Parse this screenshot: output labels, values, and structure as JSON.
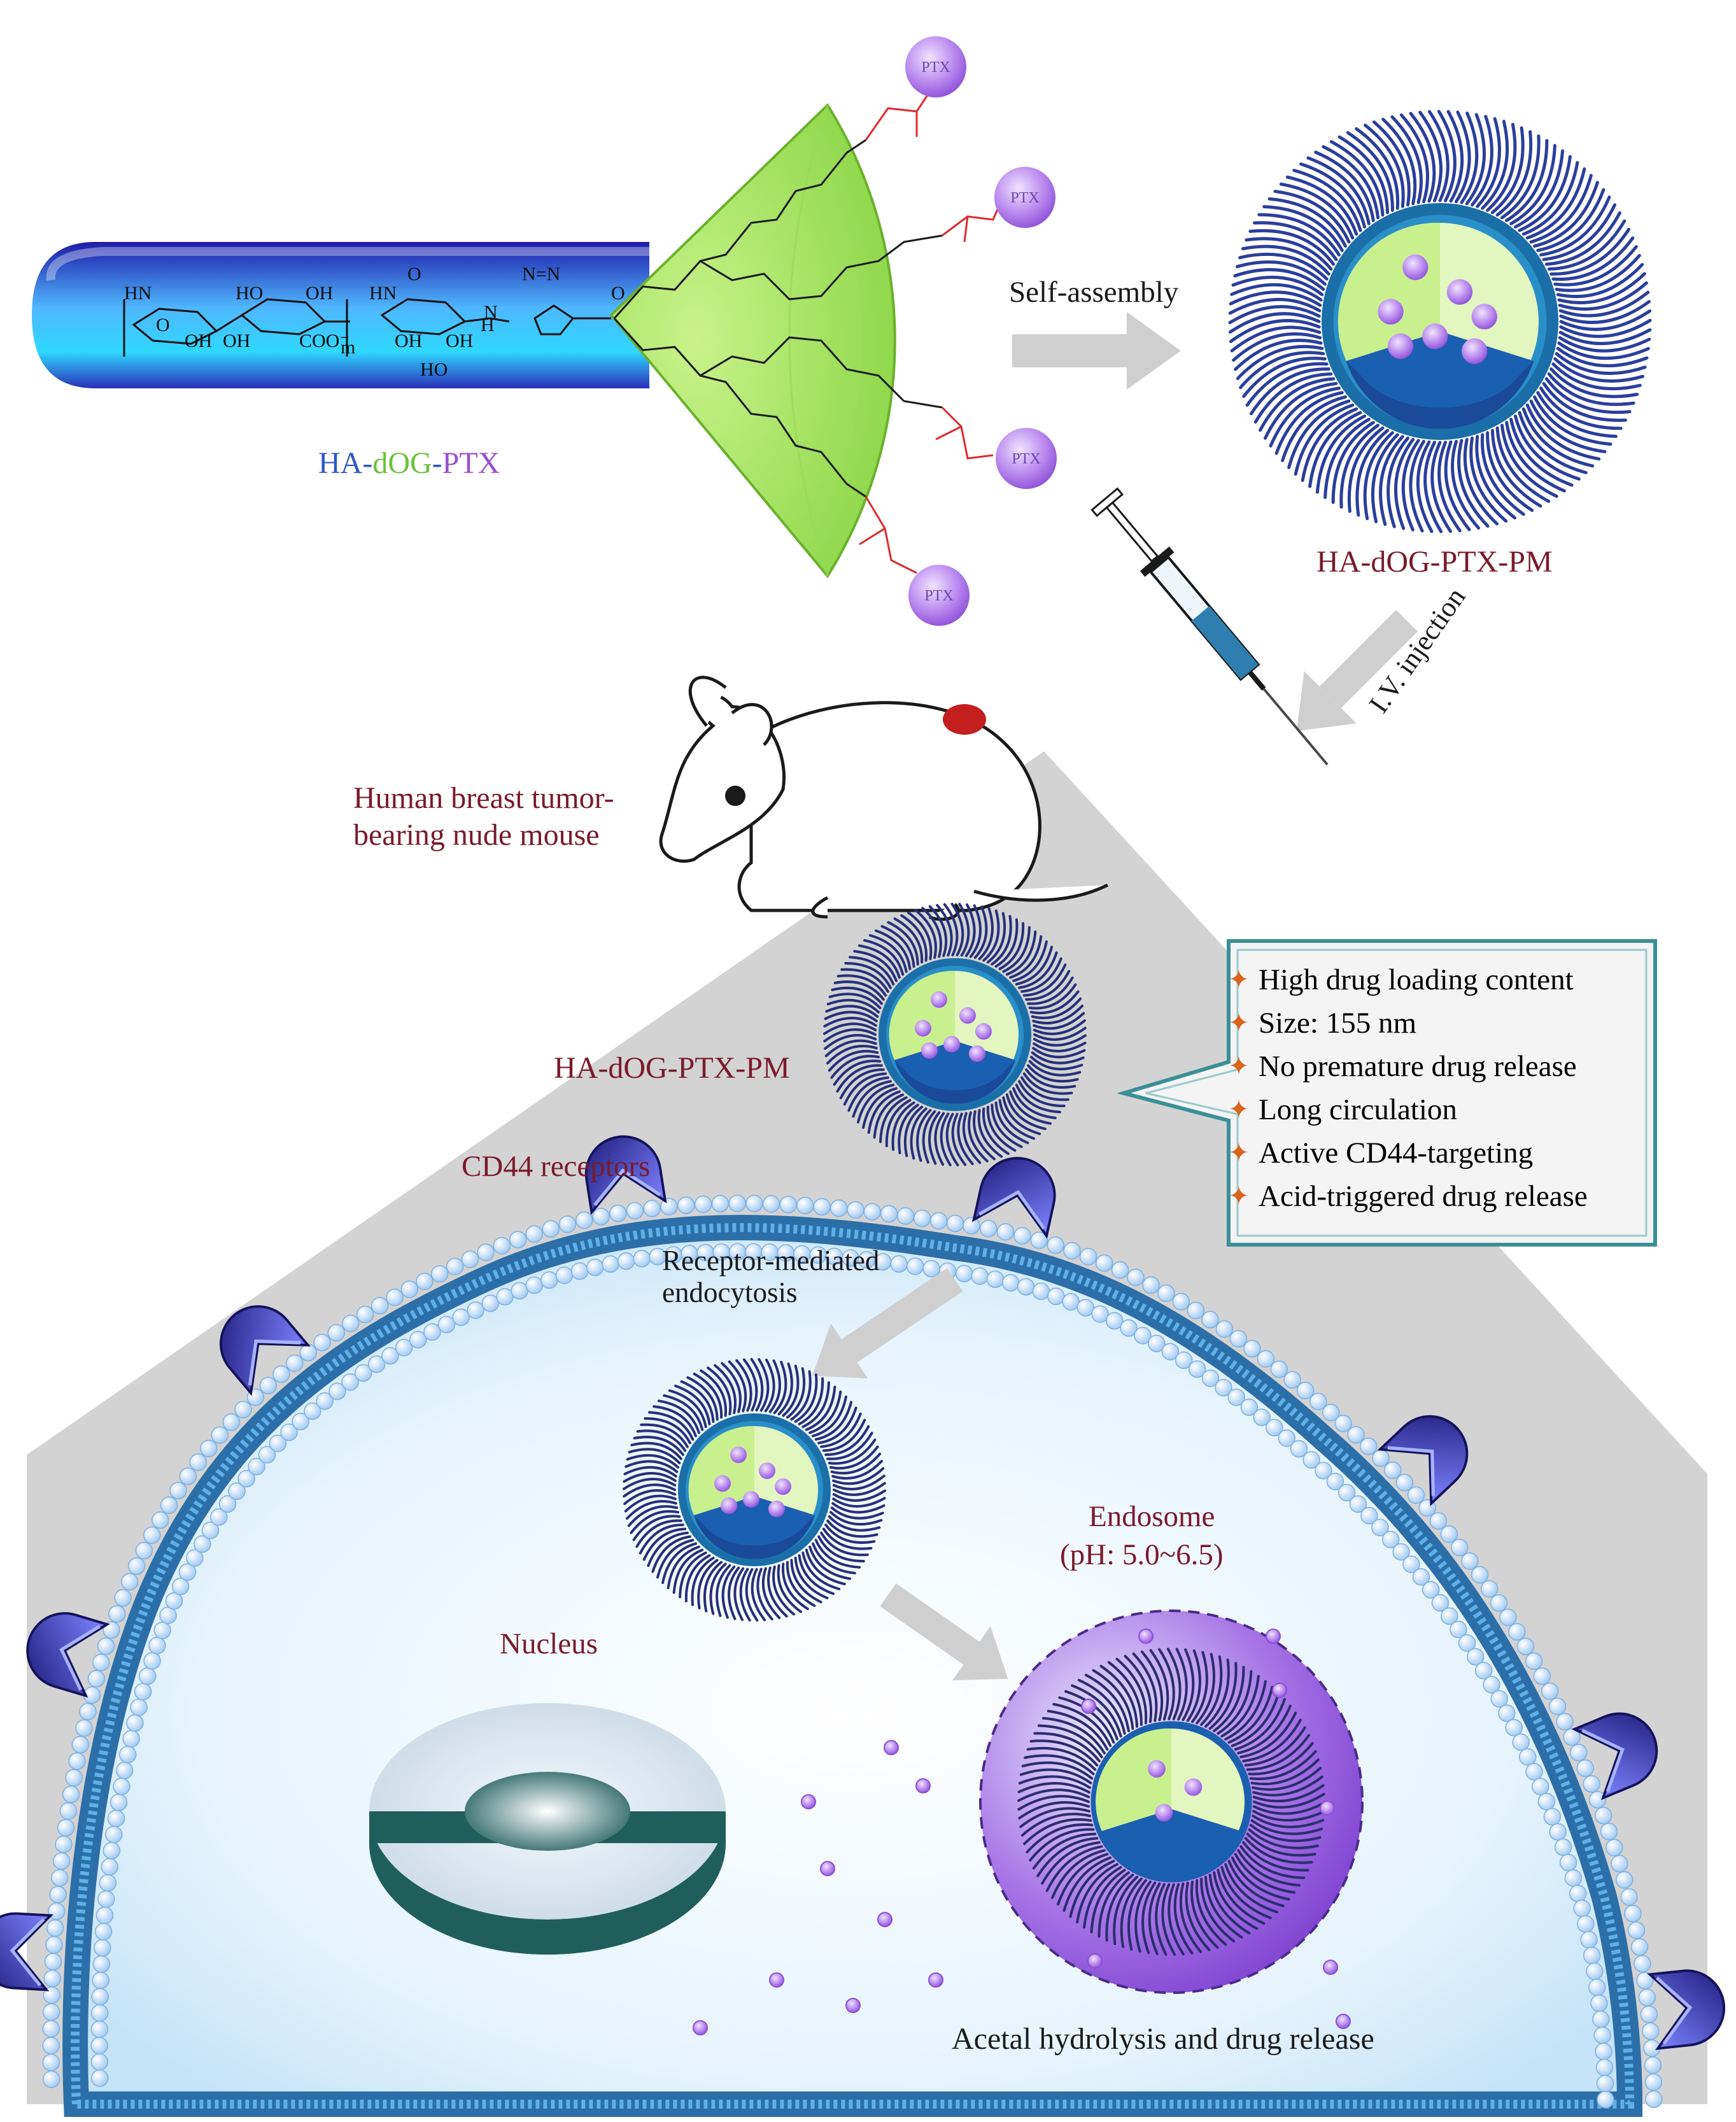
{
  "conjugate": {
    "name_parts": [
      {
        "text": "HA",
        "color": "#2e57c8"
      },
      {
        "text": "-",
        "color": "#2e57c8"
      },
      {
        "text": "dOG",
        "color": "#6cc23a"
      },
      {
        "text": "-",
        "color": "#2e57c8"
      },
      {
        "text": "PTX",
        "color": "#9a4fd0"
      }
    ],
    "drug_label": "PTX",
    "chem_labels": [
      "HN",
      "HO",
      "OH",
      "HN",
      "O",
      "N=N",
      "N",
      "H",
      "OH",
      "OH",
      "COO⁻",
      "m",
      "O",
      "OH",
      "OH",
      "HO",
      "O",
      "O"
    ]
  },
  "steps": {
    "self_assembly": "Self-assembly",
    "iv_injection": "I.V. injection",
    "receptor_mediated": "Receptor-mediated\nendocytosis"
  },
  "micelle_label": "HA-dOG-PTX-PM",
  "mouse_label": "Human breast tumor-\nbearing nude mouse",
  "cd44_label": "CD44 receptors",
  "features": [
    "High drug loading content",
    "Size: 155 nm",
    "No premature drug release",
    "Long circulation",
    "Active CD44-targeting",
    "Acid-triggered drug release"
  ],
  "nucleus_label": "Nucleus",
  "endosome_label": "Endosome",
  "endosome_ph": "(pH: 5.0~6.5)",
  "release_label": "Acetal hydrolysis and drug release",
  "colors": {
    "ha_blue": "#2e57c8",
    "dog_green": "#8fd63e",
    "ptx_purple": "#a76be0",
    "label_maroon": "#7a1a2c",
    "arrow_gray": "#cfcfcf",
    "membrane_blue": "#3a8fd0"
  }
}
